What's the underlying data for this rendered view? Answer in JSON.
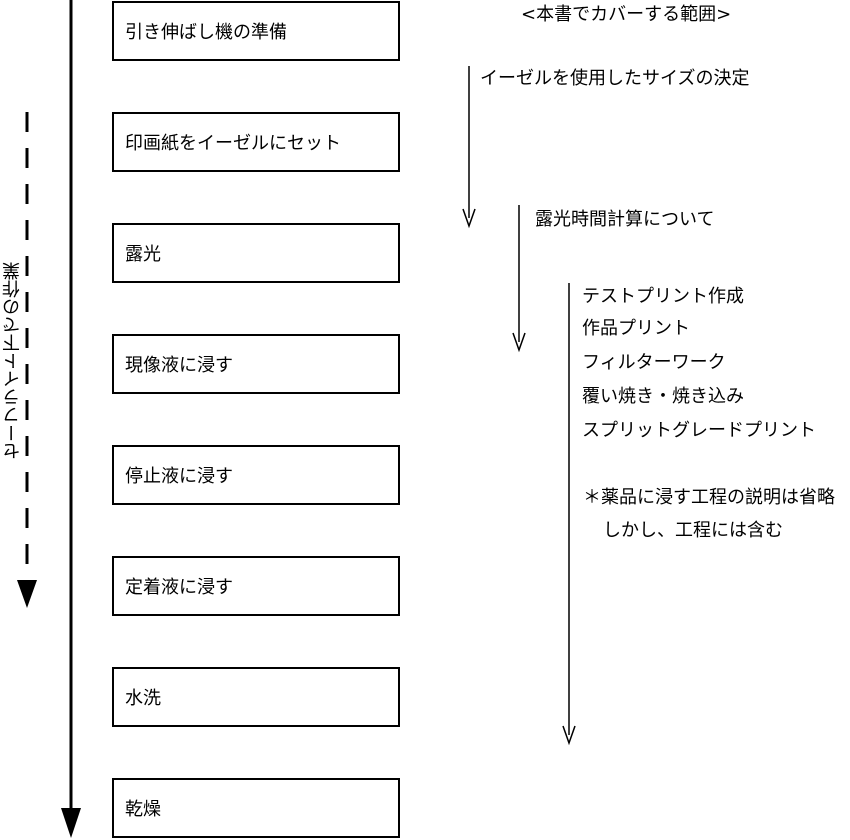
{
  "steps": [
    {
      "label": "引き伸ばし機の準備"
    },
    {
      "label": "印画紙をイーゼルにセット"
    },
    {
      "label": "露光"
    },
    {
      "label": "現像液に浸す"
    },
    {
      "label": "停止液に浸す"
    },
    {
      "label": "定着液に浸す"
    },
    {
      "label": "水洗"
    },
    {
      "label": "乾燥"
    }
  ],
  "safelight_label": "セーフライト下での作業",
  "scope_title": "<本書でカバーする範囲>",
  "scope_items": {
    "easel_size": "イーゼルを使用したサイズの決定",
    "exposure_calc": "露光時間計算について",
    "techniques": [
      "テストプリント作成",
      "作品プリント",
      "フィルターワーク",
      "覆い焼き・焼き込み",
      "スプリットグレードプリント"
    ],
    "note_line1": "＊薬品に浸す工程の説明は省略",
    "note_line2": "しかし、工程には含む"
  },
  "colors": {
    "line": "#000000",
    "background": "#ffffff"
  }
}
